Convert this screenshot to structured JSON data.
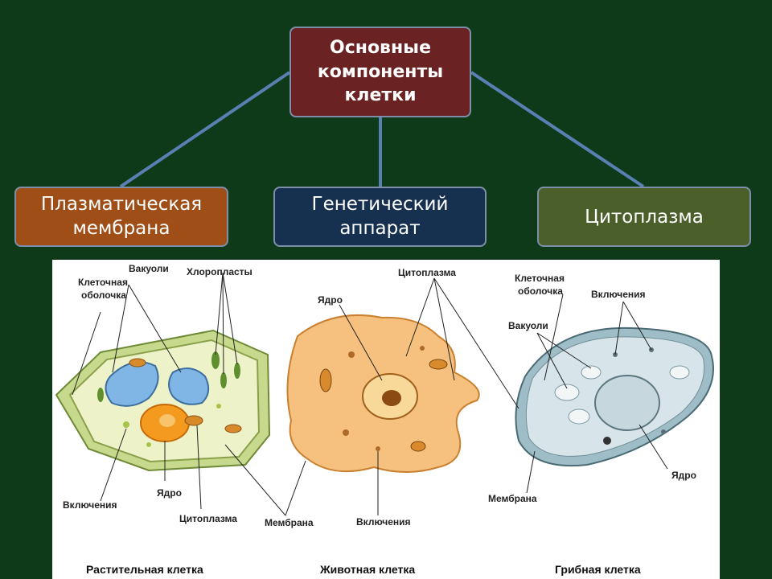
{
  "root": {
    "label": "Основные\nкомпоненты\nклетки",
    "color": "#6b2222"
  },
  "branches": [
    {
      "label": "Плазматическая\nмембрана",
      "color": "#a04e17"
    },
    {
      "label": "Генетический\nаппарат",
      "color": "#16304f"
    },
    {
      "label": "Цитоплазма",
      "color": "#4b5f2a"
    }
  ],
  "connector_color": "#5a7fb3",
  "figure": {
    "labels": {
      "vacuoles_plant": "Вакуоли",
      "chloroplasts": "Хлоропласты",
      "cell_wall_plant": "Клеточная\nоболочка",
      "inclusions_plant": "Включения",
      "nucleus_plant": "Ядро",
      "cytoplasm_plant": "Цитоплазма",
      "membrane_shared": "Мембрана",
      "nucleus_animal": "Ядро",
      "cytoplasm_animal": "Цитоплазма",
      "inclusions_animal": "Включения",
      "cell_wall_fungal": "Клеточная\nоболочка",
      "inclusions_fungal": "Включения",
      "vacuoles_fungal": "Вакуоли",
      "nucleus_fungal": "Ядро",
      "membrane_fungal": "Мембрана"
    },
    "captions": {
      "plant": "Растительная клетка",
      "animal": "Животная клетка",
      "fungal": "Грибная клетка"
    }
  }
}
